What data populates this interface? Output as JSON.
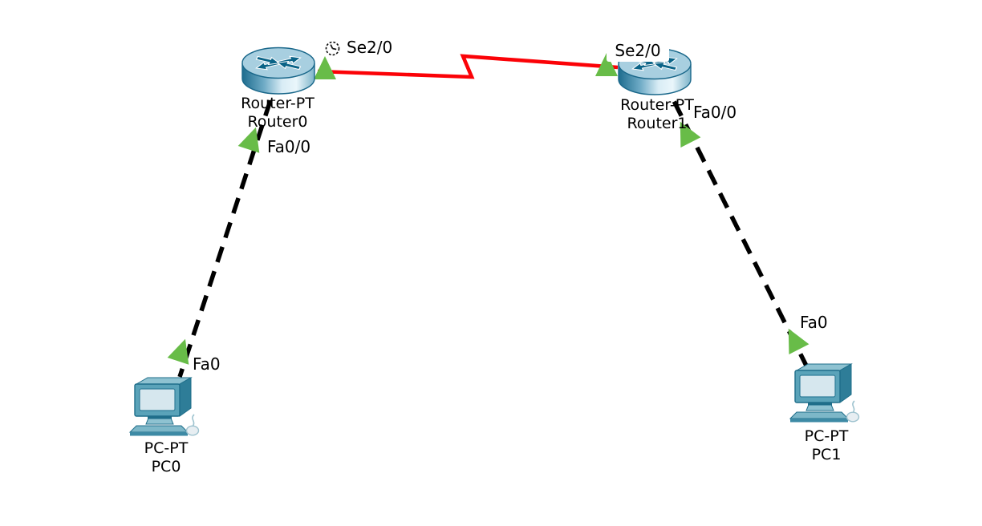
{
  "canvas": {
    "background": "#ffffff"
  },
  "colors": {
    "canvas_bg": "#ffffff",
    "serial_link": "#fb0207",
    "ethernet_link": "#000000",
    "status_up": "#68bc48",
    "text": "#000000",
    "router_top": "#a8cfe0",
    "router_edge": "#19678a",
    "router_arrow": "#0a6387",
    "pc_body": "#5aa3b9",
    "pc_edge": "#1f6e8a",
    "pc_screen": "#d6e7ee"
  },
  "devices": [
    {
      "model": "Router-PT",
      "name": "Router0",
      "type": "router"
    },
    {
      "model": "Router-PT",
      "name": "Router1",
      "type": "router"
    },
    {
      "model": "PC-PT",
      "name": "PC0",
      "type": "pc"
    },
    {
      "model": "PC-PT",
      "name": "PC1",
      "type": "pc"
    }
  ],
  "links": [
    {
      "kind": "serial",
      "from": "Router0",
      "from_port": "Se2/0",
      "to": "Router1",
      "to_port": "Se2/0",
      "status": "up",
      "clock_icon_on_router0_end": true
    },
    {
      "kind": "ethernet",
      "from": "Router0",
      "from_port": "Fa0/0",
      "to": "PC0",
      "to_port": "Fa0",
      "status": "up"
    },
    {
      "kind": "ethernet",
      "from": "Router1",
      "from_port": "Fa0/0",
      "to": "PC1",
      "to_port": "Fa0",
      "status": "up"
    }
  ],
  "port_labels": {
    "router0_se": "Se2/0",
    "router1_se": "Se2/0",
    "router0_fa": "Fa0/0",
    "router1_fa": "Fa0/0",
    "pc0_fa": "Fa0",
    "pc1_fa": "Fa0"
  }
}
